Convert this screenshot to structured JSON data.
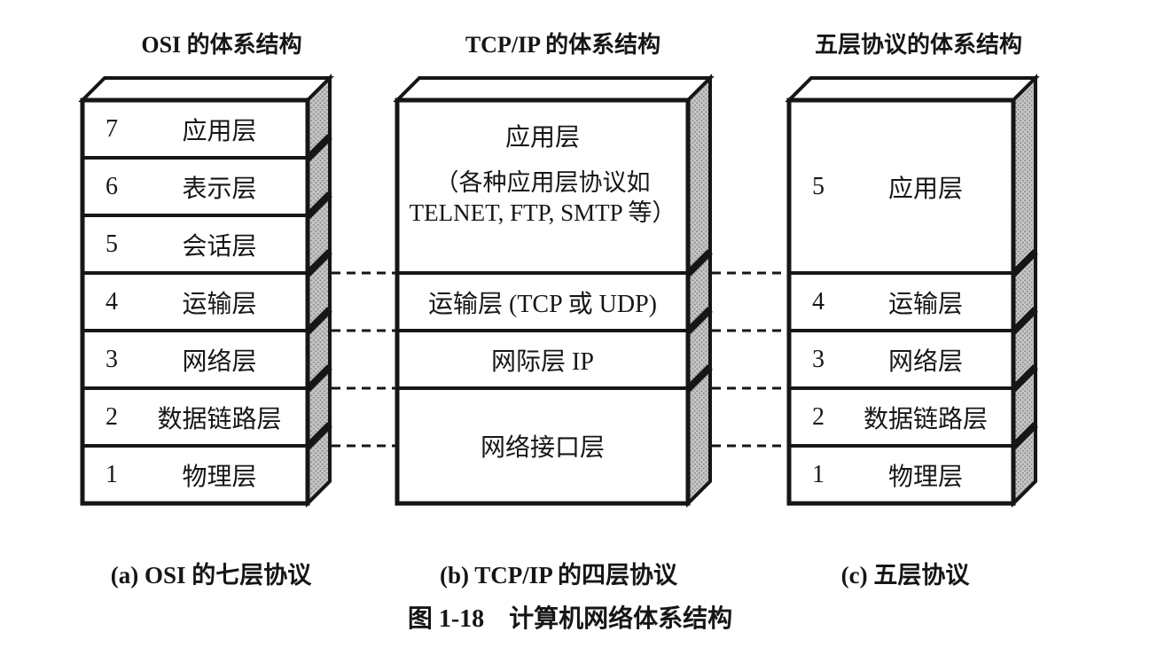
{
  "stacks": [
    {
      "id": "osi",
      "title": "OSI 的体系结构",
      "caption": "(a) OSI 的七层协议",
      "layers": [
        {
          "num": "7",
          "label": "应用层"
        },
        {
          "num": "6",
          "label": "表示层"
        },
        {
          "num": "5",
          "label": "会话层"
        },
        {
          "num": "4",
          "label": "运输层"
        },
        {
          "num": "3",
          "label": "网络层"
        },
        {
          "num": "2",
          "label": "数据链路层"
        },
        {
          "num": "1",
          "label": "物理层"
        }
      ]
    },
    {
      "id": "tcpip",
      "title": "TCP/IP 的体系结构",
      "caption": "(b) TCP/IP 的四层协议",
      "layers": [
        {
          "label": "应用层",
          "sublabel_line1": "（各种应用层协议如",
          "sublabel_line2": "TELNET, FTP, SMTP 等）"
        },
        {
          "label": "运输层 (TCP 或 UDP)"
        },
        {
          "label": "网际层 IP"
        },
        {
          "label": "网络接口层"
        }
      ]
    },
    {
      "id": "five-layer",
      "title": "五层协议的体系结构",
      "caption": "(c) 五层协议",
      "layers": [
        {
          "num": "5",
          "label": "应用层"
        },
        {
          "num": "4",
          "label": "运输层"
        },
        {
          "num": "3",
          "label": "网络层"
        },
        {
          "num": "2",
          "label": "数据链路层"
        },
        {
          "num": "1",
          "label": "物理层"
        }
      ]
    }
  ],
  "figure_caption": "图 1-18　计算机网络体系结构",
  "colors": {
    "ink": "#161616",
    "side_fill": "#c6c6c6",
    "side_dot": "#8a8a8a",
    "background": "#ffffff"
  }
}
